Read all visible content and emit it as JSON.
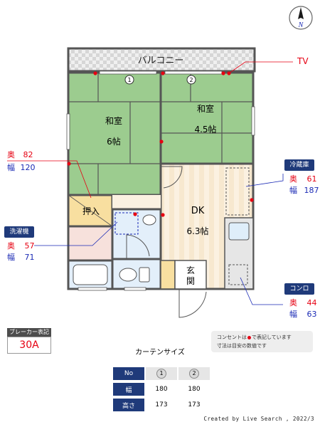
{
  "compass": {
    "north_label": "N"
  },
  "plan": {
    "balcony": "バルコニー",
    "tv": "TV",
    "room1": {
      "name": "和室",
      "size": "6帖"
    },
    "room2": {
      "name": "和室",
      "size": "4.5帖"
    },
    "dk": {
      "name": "DK",
      "size": "6.3帖"
    },
    "oshiire": "押入",
    "genkan_1": "玄",
    "genkan_2": "関",
    "window_1": "1",
    "window_2": "2"
  },
  "callouts": {
    "closet": {
      "depth_label": "奥",
      "depth": "82",
      "width_label": "幅",
      "width": "120"
    },
    "fridge": {
      "title": "冷蔵庫",
      "depth_label": "奥",
      "depth": "61",
      "width_label": "幅",
      "width": "187"
    },
    "washer": {
      "title": "洗濯機",
      "depth_label": "奥",
      "depth": "57",
      "width_label": "幅",
      "width": "71"
    },
    "stove": {
      "title": "コンロ",
      "depth_label": "奥",
      "depth": "44",
      "width_label": "幅",
      "width": "63"
    }
  },
  "breaker": {
    "label": "ブレーカー表記",
    "value": "30A"
  },
  "note": {
    "line1_a": "コンセントは",
    "line1_b": "で表記しています",
    "line2": "寸法は目安の数値です"
  },
  "curtain": {
    "title": "カーテンサイズ",
    "rows": [
      {
        "header": "No",
        "c1": "1",
        "c2": "2"
      },
      {
        "header": "幅",
        "c1": "180",
        "c2": "180"
      },
      {
        "header": "高さ",
        "c1": "173",
        "c2": "173"
      }
    ]
  },
  "credit": "Created by Live Search , 2022/3",
  "colors": {
    "tatami": "#9ccc8f",
    "floor": "#f5e6cc",
    "oshiire": "#f8dfa0",
    "wet": "#e3effa",
    "wall": "#555555",
    "accent_red": "#e60012",
    "accent_blue": "#1a2ab5",
    "tag_navy": "#1f3a7a"
  }
}
